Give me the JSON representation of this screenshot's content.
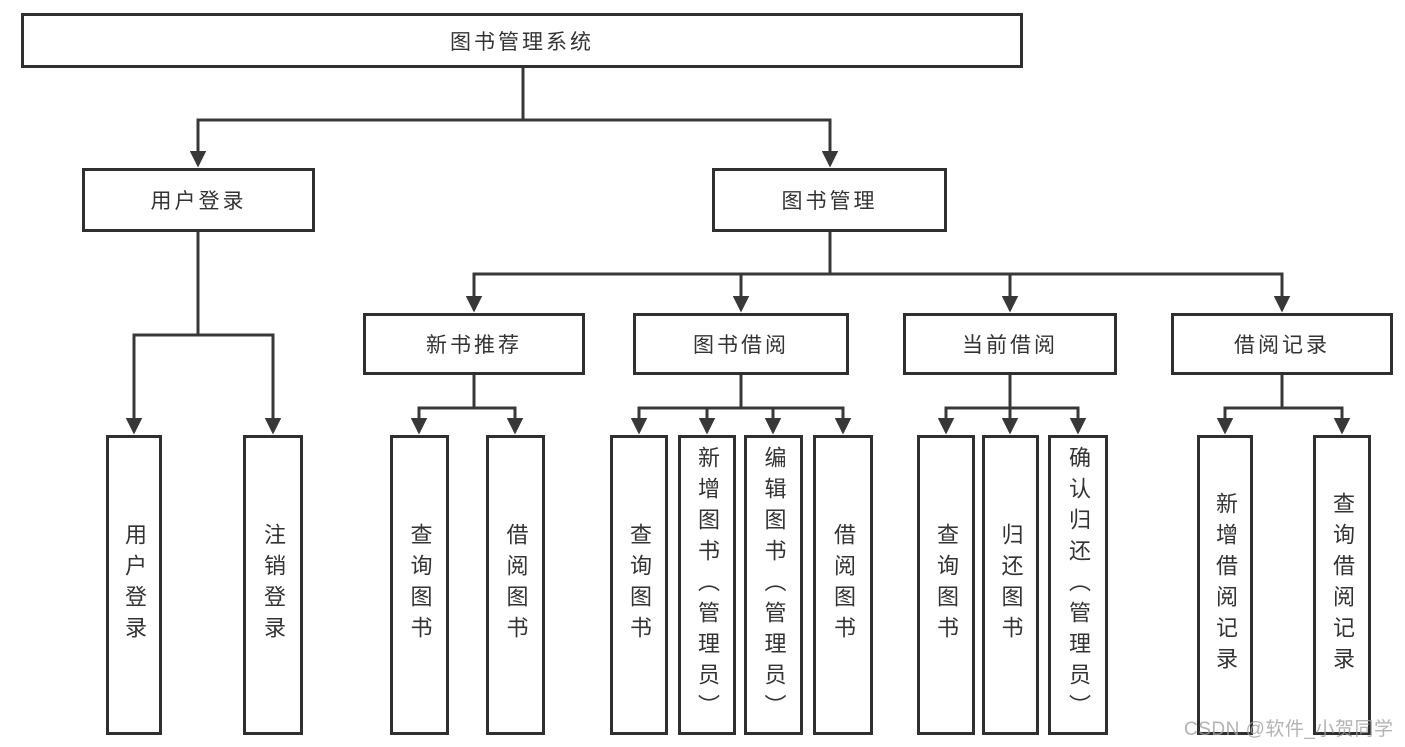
{
  "diagram_title": "图书管理系统",
  "tree": {
    "label": "图书管理系统",
    "children": [
      {
        "label": "用户登录",
        "children": [
          {
            "label": "用户登录"
          },
          {
            "label": "注销登录"
          }
        ]
      },
      {
        "label": "图书管理",
        "children": [
          {
            "label": "新书推荐",
            "children": [
              {
                "label": "查询图书"
              },
              {
                "label": "借阅图书"
              }
            ]
          },
          {
            "label": "图书借阅",
            "children": [
              {
                "label": "查询图书"
              },
              {
                "label": "新增图书（管理员）"
              },
              {
                "label": "编辑图书（管理员）"
              },
              {
                "label": "借阅图书"
              }
            ]
          },
          {
            "label": "当前借阅",
            "children": [
              {
                "label": "查询图书"
              },
              {
                "label": "归还图书"
              },
              {
                "label": "确认归还（管理员）"
              }
            ]
          },
          {
            "label": "借阅记录",
            "children": [
              {
                "label": "新增借阅记录"
              },
              {
                "label": "查询借阅记录"
              }
            ]
          }
        ]
      }
    ]
  },
  "watermark": {
    "text": "CSDN @软件_小贺同学"
  },
  "colors": {
    "line": "#383838",
    "box_border": "#2f2f2f",
    "text": "#333333",
    "watermark": "#a0a0a0",
    "background": "#ffffff"
  }
}
